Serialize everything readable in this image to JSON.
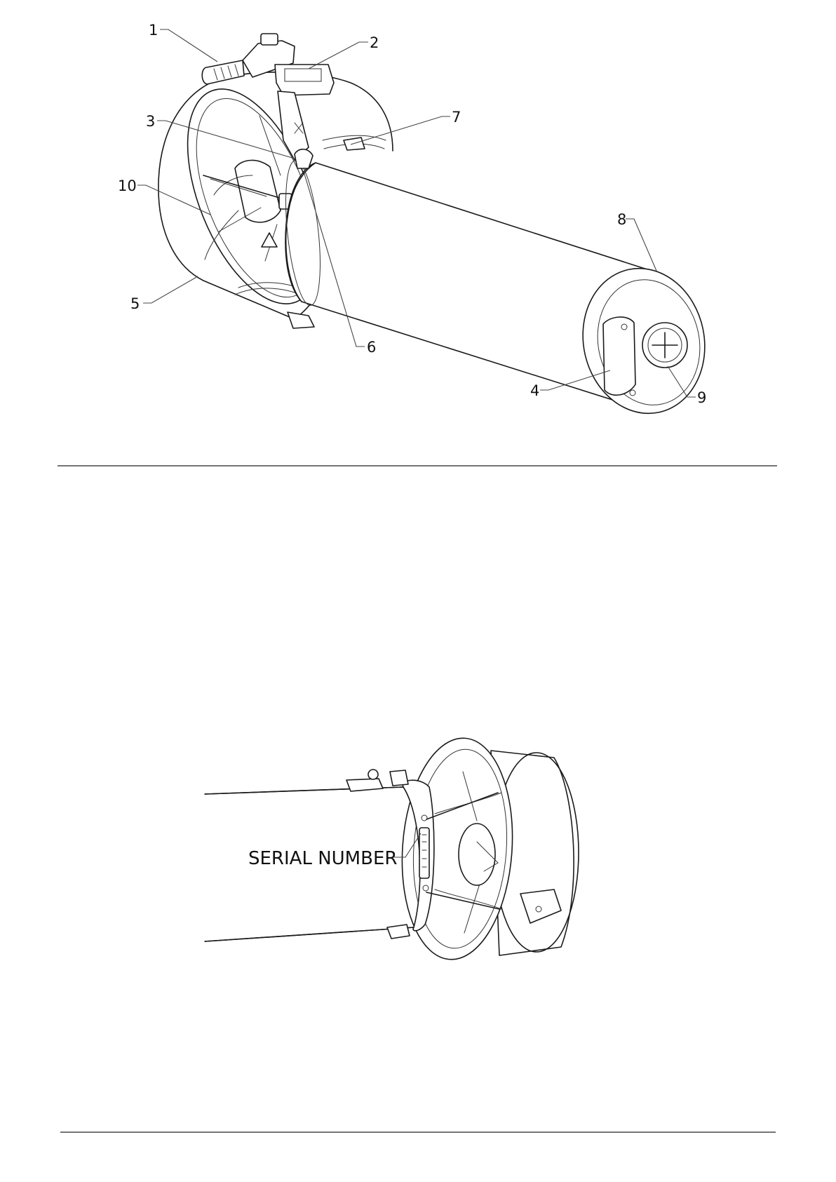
{
  "figure_top": {
    "callouts": [
      {
        "id": "1",
        "label": "1"
      },
      {
        "id": "2",
        "label": "2"
      },
      {
        "id": "3",
        "label": "3"
      },
      {
        "id": "4",
        "label": "4"
      },
      {
        "id": "5",
        "label": "5"
      },
      {
        "id": "6",
        "label": "6"
      },
      {
        "id": "7",
        "label": "7"
      },
      {
        "id": "8",
        "label": "8"
      },
      {
        "id": "9",
        "label": "9"
      },
      {
        "id": "10",
        "label": "10"
      }
    ]
  },
  "figure_bottom": {
    "callout_label": "SERIAL NUMBER"
  }
}
